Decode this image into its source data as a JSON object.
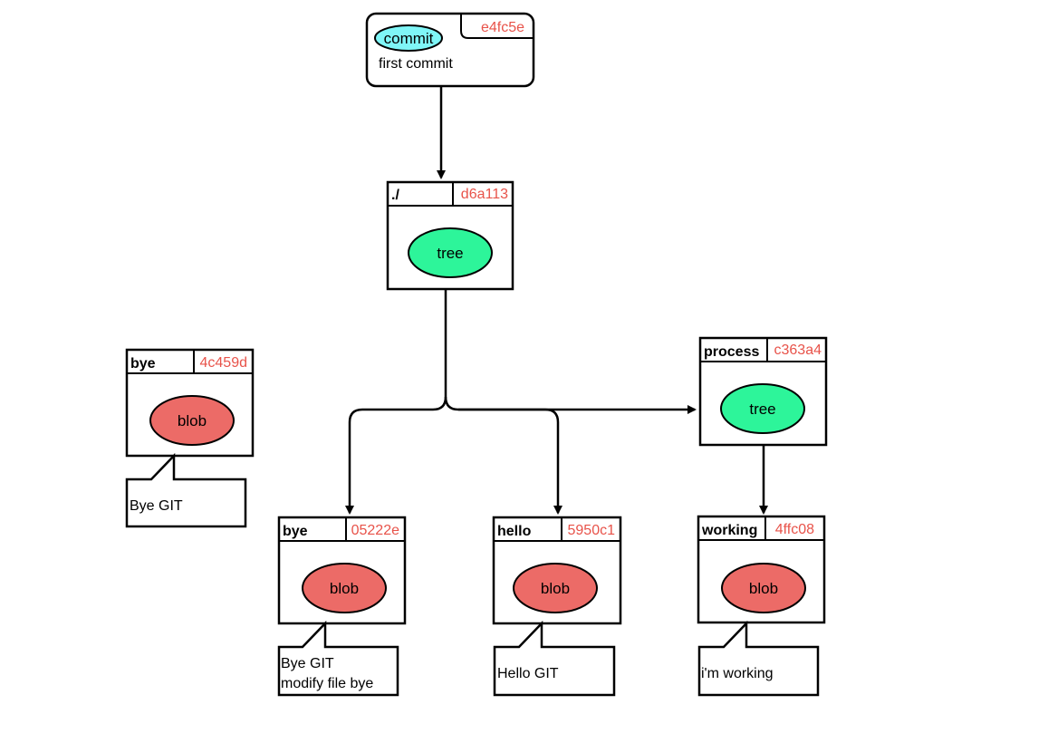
{
  "colors": {
    "hash": "#e8534a",
    "commit_fill": "#7ff6f7",
    "tree_fill": "#2df59a",
    "blob_fill": "#ec6b67"
  },
  "commit": {
    "type": "commit",
    "hash": "e4fc5e",
    "message": "first commit"
  },
  "root_tree": {
    "name": "./",
    "hash": "d6a113",
    "type": "tree"
  },
  "process_tree": {
    "name": "process",
    "hash": "c363a4",
    "type": "tree"
  },
  "orphan_blob": {
    "name": "bye",
    "hash": "4c459d",
    "type": "blob",
    "content": [
      "Bye GIT"
    ]
  },
  "bye_blob": {
    "name": "bye",
    "hash": "05222e",
    "type": "blob",
    "content": [
      "Bye GIT",
      "modify file bye"
    ]
  },
  "hello_blob": {
    "name": "hello",
    "hash": "5950c1",
    "type": "blob",
    "content": [
      "Hello GIT"
    ]
  },
  "working_blob": {
    "name": "working",
    "hash": "4ffc08",
    "type": "blob",
    "content": [
      "i'm working"
    ]
  }
}
